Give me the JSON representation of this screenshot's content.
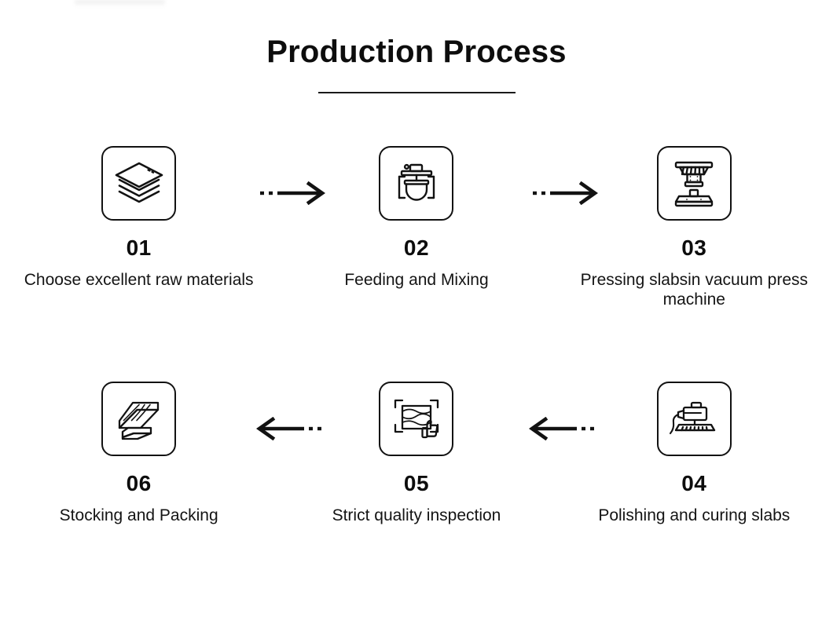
{
  "header": {
    "title": "Production Process"
  },
  "steps_top": [
    {
      "number": "01",
      "label": "Choose excellent raw materials",
      "icon": "stacked-layers-icon"
    },
    {
      "number": "02",
      "label": "Feeding and Mixing",
      "icon": "mixer-machine-icon"
    },
    {
      "number": "03",
      "label": "Pressing slabsin vacuum press machine",
      "icon": "vacuum-press-machine-icon"
    }
  ],
  "steps_bottom": [
    {
      "number": "06",
      "label": "Stocking and Packing",
      "icon": "stacked-slabs-icon"
    },
    {
      "number": "05",
      "label": "Strict quality inspection",
      "icon": "quality-inspection-thumbs-up-icon"
    },
    {
      "number": "04",
      "label": "Polishing and curing slabs",
      "icon": "polishing-machine-icon"
    }
  ],
  "connectors": [
    {
      "name": "arrow-right-step1-to-step2",
      "direction": "right"
    },
    {
      "name": "arrow-right-step2-to-step3",
      "direction": "right"
    },
    {
      "name": "arrow-left-step5-to-step6",
      "direction": "left"
    },
    {
      "name": "arrow-left-step4-to-step5",
      "direction": "left"
    }
  ],
  "colors": {
    "background": "#ffffff",
    "ink": "#121212",
    "text": "#141414"
  }
}
